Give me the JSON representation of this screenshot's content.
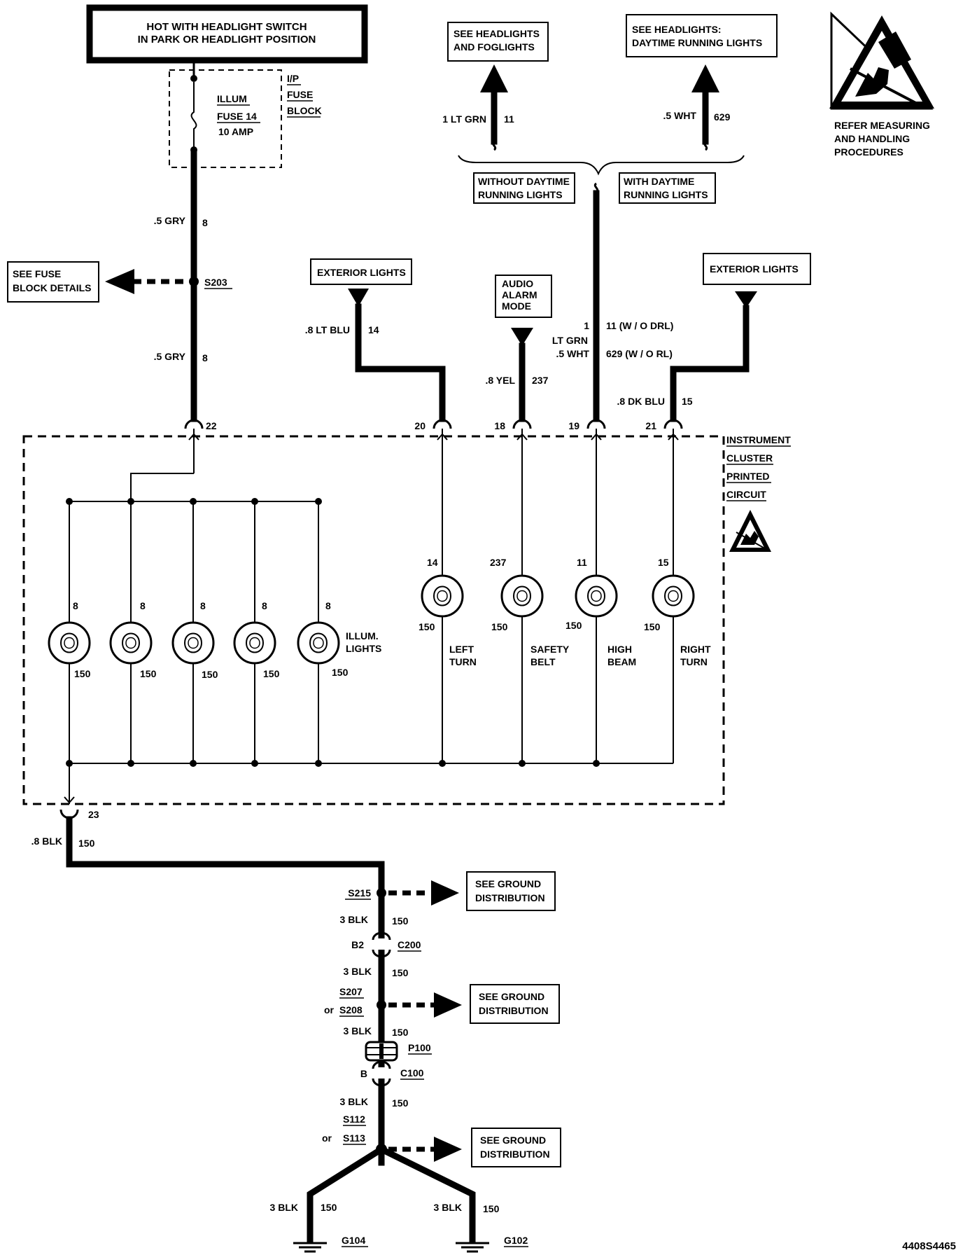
{
  "source": {
    "box_line1": "HOT WITH HEADLIGHT SWITCH",
    "box_line2": "IN PARK OR HEADLIGHT POSITION"
  },
  "fuse": {
    "name_line1": "ILLUM",
    "name_line2": "FUSE 14",
    "rating": "10 AMP",
    "block_line1": "I/P",
    "block_line2": "FUSE",
    "block_line3": "BLOCK"
  },
  "refs": {
    "headlights_foglights_line1": "SEE HEADLIGHTS",
    "headlights_foglights_line2": "AND FOGLIGHTS",
    "drl_line1": "SEE HEADLIGHTS:",
    "drl_line2": "DAYTIME RUNNING LIGHTS",
    "fuse_details_line1": "SEE FUSE",
    "fuse_details_line2": "BLOCK DETAILS",
    "without_drl_line1": "WITHOUT DAYTIME",
    "without_drl_line2": "RUNNING LIGHTS",
    "with_drl_line1": "WITH DAYTIME",
    "with_drl_line2": "RUNNING LIGHTS",
    "exterior_lights": "EXTERIOR LIGHTS",
    "audio_line1": "AUDIO",
    "audio_line2": "ALARM",
    "audio_line3": "MODE",
    "ground_dist_line1": "SEE GROUND",
    "ground_dist_line2": "DISTRIBUTION"
  },
  "esd": {
    "note_line1": "REFER MEASURING",
    "note_line2": "AND HANDLING",
    "note_line3": "PROCEDURES"
  },
  "wires": {
    "lt_grn_11_size": "1 LT GRN",
    "lt_grn_11_circuit": "11",
    "wht_629_size": ".5 WHT",
    "wht_629_circuit": "629",
    "gry_top_size": ".5 GRY",
    "gry_top_circuit": "8",
    "gry_bot_size": ".5 GRY",
    "gry_bot_circuit": "8",
    "splice_s203": "S203",
    "lt_blu_size": ".8 LT BLU",
    "lt_blu_circuit": "14",
    "yel_size": ".8 YEL",
    "yel_circuit": "237",
    "combo_1": "1",
    "combo_1_circuit": "11 (W / O  DRL)",
    "combo_lt_grn": "LT GRN",
    "combo_wht": ".5 WHT",
    "combo_wht_circuit": "629  (W / O  RL)",
    "dk_blu_size": ".8 DK BLU",
    "dk_blu_circuit": "15"
  },
  "pins": {
    "p22": "22",
    "p20": "20",
    "p18": "18",
    "p19": "19",
    "p21": "21",
    "p23": "23"
  },
  "cluster": {
    "label_line1": "INSTRUMENT",
    "label_line2": "CLUSTER",
    "label_line3": "PRINTED",
    "label_line4": "CIRCUIT"
  },
  "bulbs": {
    "illum_circuit": "8",
    "illum_ground": "150",
    "illum_line1": "ILLUM.",
    "illum_line2": "LIGHTS",
    "left_turn_circuit": "14",
    "left_turn_ground": "150",
    "left_turn_line1": "LEFT",
    "left_turn_line2": "TURN",
    "safety_belt_circuit": "237",
    "safety_belt_ground": "150",
    "safety_belt_line1": "SAFETY",
    "safety_belt_line2": "BELT",
    "high_beam_circuit": "11",
    "high_beam_ground": "150",
    "high_beam_line1": "HIGH",
    "high_beam_line2": "BEAM",
    "right_turn_circuit": "15",
    "right_turn_ground": "150",
    "right_turn_line1": "RIGHT",
    "right_turn_line2": "TURN"
  },
  "ground": {
    "blk8_size": ".8 BLK",
    "blk8_circuit": "150",
    "s215": "S215",
    "blk3_a_size": "3 BLK",
    "blk3_a_circuit": "150",
    "b2": "B2",
    "c200": "C200",
    "blk3_b_size": "3 BLK",
    "blk3_b_circuit": "150",
    "s207": "S207",
    "or1": "or",
    "s208": "S208",
    "blk3_c_size": "3 BLK",
    "blk3_c_circuit": "150",
    "p100": "P100",
    "b": "B",
    "c100": "C100",
    "blk3_d_size": "3 BLK",
    "blk3_d_circuit": "150",
    "s112": "S112",
    "or2": "or",
    "s113": "S113",
    "blk3_left_size": "3 BLK",
    "blk3_left_circuit": "150",
    "blk3_right_size": "3 BLK",
    "blk3_right_circuit": "150",
    "g104": "G104",
    "g102": "G102"
  },
  "figure_id": "4408S4465"
}
